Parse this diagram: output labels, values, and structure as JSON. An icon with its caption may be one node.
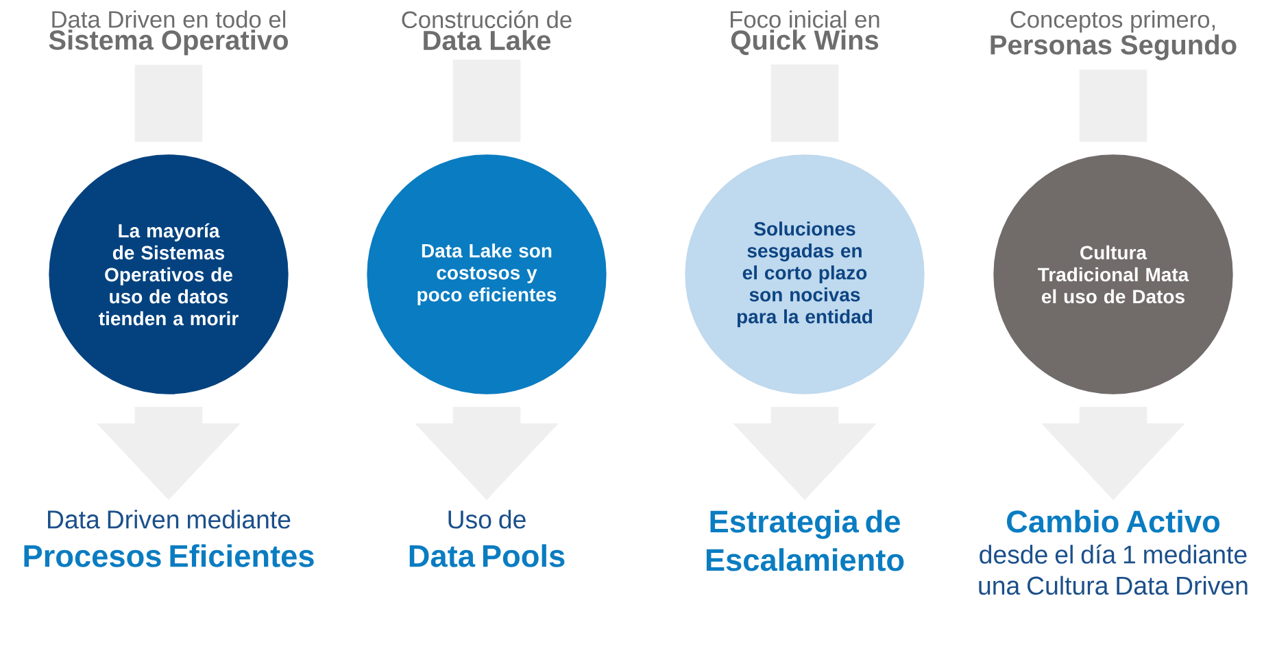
{
  "diagram": {
    "nodes": [
      {
        "text": [
          "Data Driven en todo el",
          "Sistema Operativo"
        ]
      },
      {
        "text": [
          "La mayoría de Sistemas Operativos de uso de datos tienden a morir"
        ]
      },
      {
        "text": [
          "Data Driven mediante",
          "Procesos Eficientes"
        ]
      },
      {
        "text": [
          "Construcción de",
          "Data Lake"
        ]
      },
      {
        "text": [
          "Data Lake son costosos y poco eficientes"
        ]
      },
      {
        "text": [
          "Uso de",
          "Data Pools"
        ]
      },
      {
        "text": [
          "Foco inicial en",
          "Quick Wins"
        ]
      },
      {
        "text": [
          "Soluciones sesgadas en el corto plazo son nocivas para la entidad"
        ]
      },
      {
        "text": [
          "Estrategia de Escalamiento"
        ]
      },
      {
        "text": [
          "Conceptos primero,",
          "Personas Segundo"
        ]
      },
      {
        "text": [
          "Cultura Tradicional Mata el uso de Datos"
        ]
      },
      {
        "text": [
          "Cambio Activo",
          "desde el día 1 mediante una Cultura Data Driven"
        ]
      }
    ],
    "edges": [
      {
        "from": 0,
        "to": 1,
        "arrow": "none"
      },
      {
        "from": 1,
        "to": 2,
        "arrow": "to"
      },
      {
        "from": 3,
        "to": 4,
        "arrow": "none"
      },
      {
        "from": 4,
        "to": 5,
        "arrow": "to"
      },
      {
        "from": 6,
        "to": 7,
        "arrow": "none"
      },
      {
        "from": 7,
        "to": 8,
        "arrow": "to"
      },
      {
        "from": 9,
        "to": 10,
        "arrow": "none"
      },
      {
        "from": 10,
        "to": 11,
        "arrow": "to"
      }
    ]
  }
}
